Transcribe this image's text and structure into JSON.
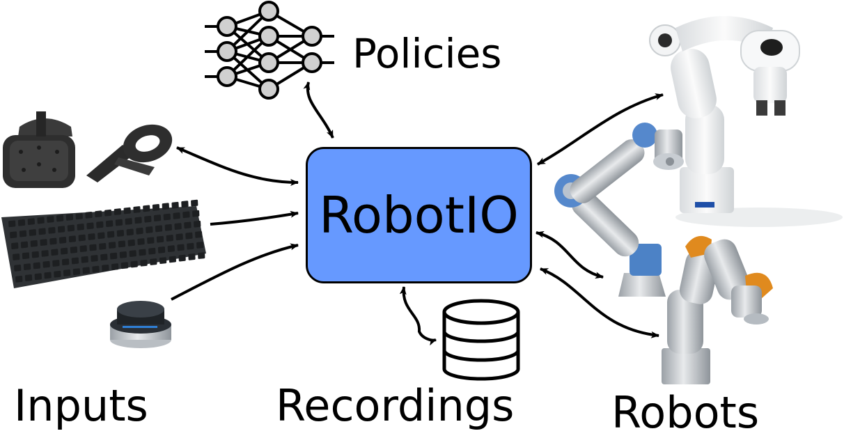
{
  "hub": {
    "label": "RobotIO",
    "fill_color": "#6699ff"
  },
  "nodes": {
    "policies": {
      "label": "Policies",
      "icon": "neural-network-icon"
    },
    "inputs": {
      "label": "Inputs",
      "devices": [
        "vr-headset",
        "vr-controller",
        "keyboard",
        "3d-mouse"
      ]
    },
    "recordings": {
      "label": "Recordings",
      "icon": "database-icon"
    },
    "robots": {
      "label": "Robots",
      "devices": [
        "franka-panda-arm",
        "ur-arm",
        "kuka-iiwa-arm"
      ]
    }
  },
  "edges": [
    {
      "from": "policies",
      "to": "RobotIO",
      "direction": "bidirectional"
    },
    {
      "from": "vr-controller",
      "to": "RobotIO",
      "direction": "bidirectional"
    },
    {
      "from": "keyboard",
      "to": "RobotIO",
      "direction": "to-hub"
    },
    {
      "from": "3d-mouse",
      "to": "RobotIO",
      "direction": "to-hub"
    },
    {
      "from": "recordings",
      "to": "RobotIO",
      "direction": "bidirectional"
    },
    {
      "from": "franka-panda-arm",
      "to": "RobotIO",
      "direction": "bidirectional"
    },
    {
      "from": "ur-arm",
      "to": "RobotIO",
      "direction": "bidirectional"
    },
    {
      "from": "kuka-iiwa-arm",
      "to": "RobotIO",
      "direction": "bidirectional"
    }
  ]
}
